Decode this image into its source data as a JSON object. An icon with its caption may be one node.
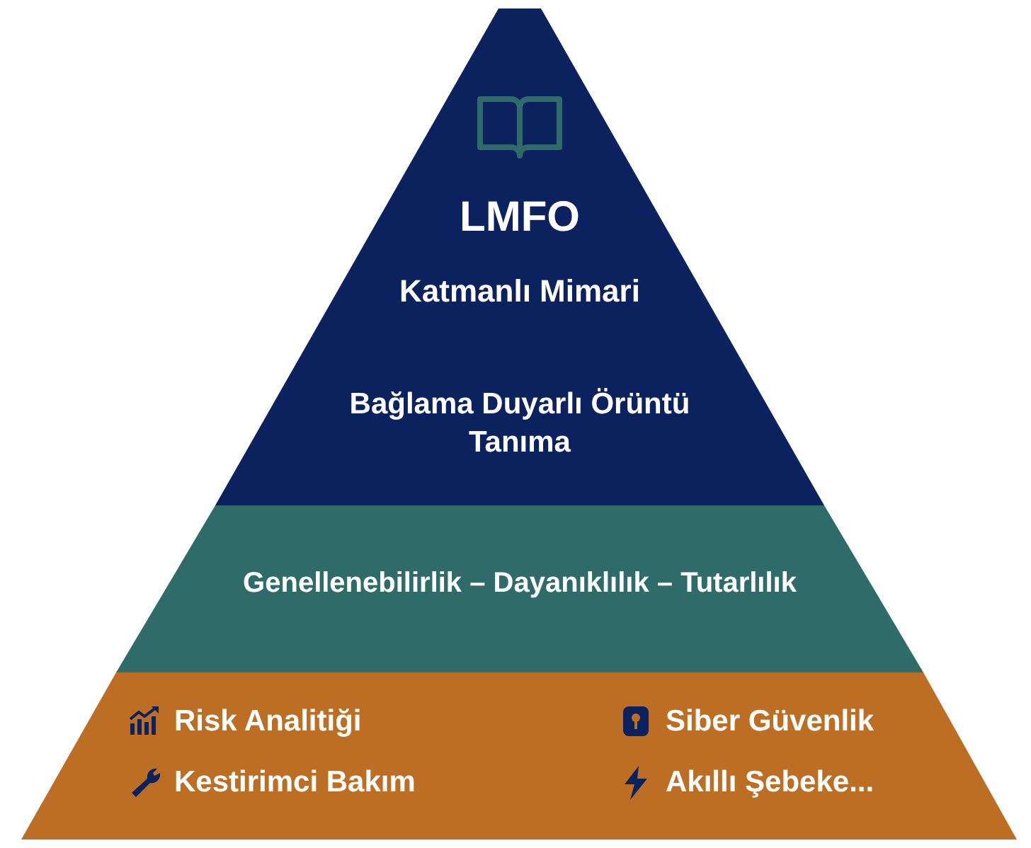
{
  "diagram": {
    "nodes": [
      {
        "text": [
          "LMFO",
          "Katmanlı Mimari",
          "Bağlama Duyarlı Örüntü Tanıma"
        ]
      },
      {
        "text": [
          "Genellenebilirlik – Dayanıklılık – Tutarlılık"
        ]
      },
      {
        "text": [
          "Risk Analitiği",
          "Siber Güvenlik",
          "Kestirimci Bakım",
          "Akıllı Şebeke..."
        ]
      }
    ],
    "edges": []
  }
}
